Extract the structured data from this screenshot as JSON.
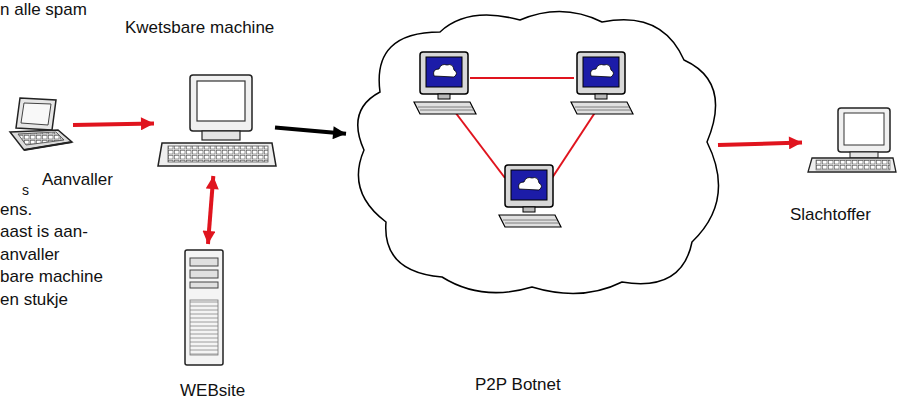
{
  "diagram": {
    "nodes": [
      {
        "text": [
          "Kwetsbare machine"
        ]
      },
      {
        "text": [
          "Aanvaller"
        ]
      },
      {
        "text": [
          "WEBsite"
        ]
      },
      {
        "text": [
          "P2P Botnet"
        ]
      },
      {
        "text": [
          "Slachtoffer"
        ]
      }
    ],
    "edges": [
      {
        "from": 1,
        "to": 0,
        "arrow": "to"
      },
      {
        "from": 0,
        "to": 2,
        "arrow": "both"
      },
      {
        "from": 0,
        "to": 3,
        "arrow": "to"
      },
      {
        "from": 3,
        "to": 4,
        "arrow": "to"
      }
    ],
    "labels": [
      "n alle spam",
      "s",
      "ens.",
      "aast is aan-",
      "anvaller",
      "bare machine",
      "en stukje"
    ]
  }
}
